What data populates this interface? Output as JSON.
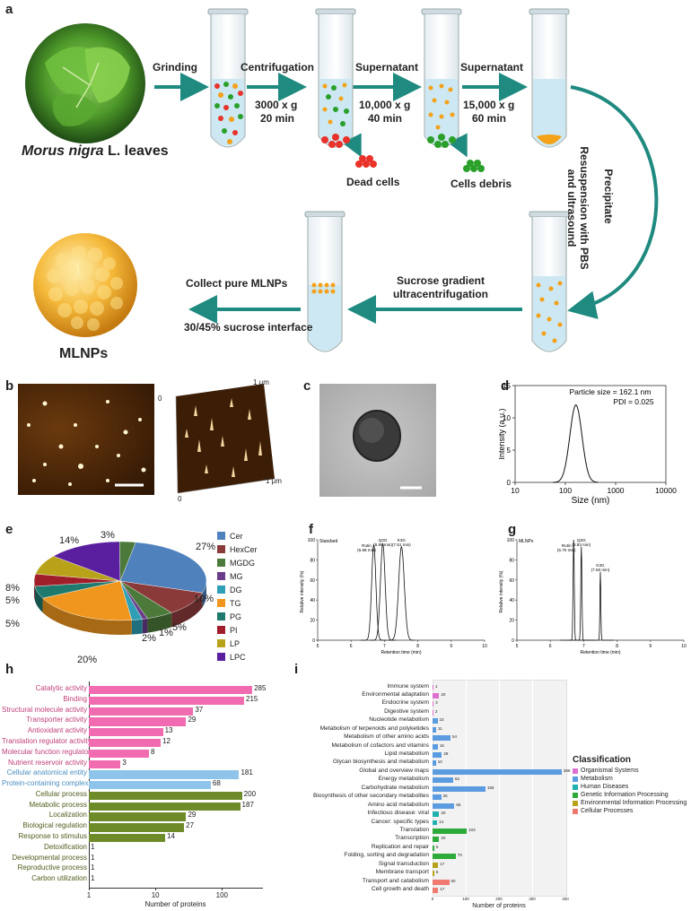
{
  "panel_a": {
    "label": "a",
    "leaf_caption_italic": "Morus nigra",
    "leaf_caption_rest": " L. leaves",
    "steps": {
      "grinding": "Grinding",
      "centrifugation": "Centrifugation",
      "supernatant1": "Supernatant",
      "supernatant2": "Supernatant",
      "spin1": "3000 x g",
      "time1": "20 min",
      "spin2": "10,000 x g",
      "time2": "40 min",
      "spin3": "15,000 x g",
      "time3": "60 min",
      "dead_cells": "Dead cells",
      "cells_debris": "Cells debris",
      "precipitate": "Precipitate",
      "resuspension": "Resuspension with PBS",
      "ultrasound": "and ultrasound",
      "sucrose1": "Sucrose gradient",
      "sucrose2": "ultracentrifugation",
      "collect": "Collect pure MLNPs",
      "interface": "30/45% sucrose interface",
      "mlnps": "MLNPs"
    }
  },
  "panel_b": {
    "label": "b",
    "tick_top": "1 μm",
    "tick_right": "1 μm",
    "zero_a": "0",
    "zero_b": "0"
  },
  "panel_c": {
    "label": "c"
  },
  "panel_d": {
    "label": "d",
    "annotation1": "Particle size = 162.1 nm",
    "annotation2": "PDI = 0.025",
    "ylabel": "Intensity (a.u.)",
    "xlabel": "Size (nm)",
    "yticks": [
      "0",
      "5",
      "10",
      "15"
    ],
    "xticks": [
      "10",
      "100",
      "1000",
      "10000"
    ]
  },
  "panel_e": {
    "label": "e",
    "legend": [
      {
        "name": "Cer",
        "color": "#4f81bd"
      },
      {
        "name": "HexCer",
        "color": "#8b3a3a"
      },
      {
        "name": "MGDG",
        "color": "#4c7a3a"
      },
      {
        "name": "MG",
        "color": "#6a3d8a"
      },
      {
        "name": "DG",
        "color": "#2e9fb5"
      },
      {
        "name": "TG",
        "color": "#f0961e"
      },
      {
        "name": "PG",
        "color": "#1f7a6e"
      },
      {
        "name": "PI",
        "color": "#a01e2a"
      },
      {
        "name": "LP",
        "color": "#b8a21a"
      },
      {
        "name": "LPC",
        "color": "#5a1f9e"
      }
    ],
    "pct_labels": [
      "27%",
      "10%",
      "5%",
      "1%",
      "2%",
      "20%",
      "5%",
      "5%",
      "8%",
      "14%",
      "3%"
    ]
  },
  "panel_f": {
    "label": "f",
    "tag": "Standard",
    "peaks": [
      "Rutin",
      "(6.68 min)",
      "Q3G",
      "(6.95 min)",
      "K3G",
      "(7.51 min)"
    ],
    "ylabel": "Relative intensity (%)",
    "xlabel": "Retention time (min)",
    "yticks": [
      "0",
      "20",
      "40",
      "60",
      "80",
      "100"
    ],
    "xticks": [
      "5",
      "6",
      "7",
      "8",
      "9",
      "10"
    ]
  },
  "panel_g": {
    "label": "g",
    "tag": "MLNPs",
    "peaks": [
      "Rutin",
      "(6.70 min)",
      "Q3G",
      "(6.93 min)",
      "K3G",
      "(7.50 min)"
    ],
    "ylabel": "Relative intensity (%)",
    "xlabel": "Retention time (min)",
    "yticks": [
      "0",
      "20",
      "40",
      "60",
      "80",
      "100"
    ],
    "xticks": [
      "5",
      "6",
      "7",
      "8",
      "9",
      "10"
    ]
  },
  "panel_h": {
    "label": "h",
    "xlabel": "Number of proteins",
    "xticks": [
      "1",
      "10",
      "100"
    ],
    "chart_data": {
      "type": "bar",
      "orientation": "horizontal",
      "xscale": "log",
      "categories": [
        "Catalytic activity",
        "Binding",
        "Structural molecule activity",
        "Transporter activity",
        "Antioxidant activity",
        "Translation regulator activity",
        "Molecular function regulator",
        "Nutrient reservoir activity",
        "Cellular anatomical entity",
        "Protein-containing complex",
        "Cellular process",
        "Metabolic process",
        "Localization",
        "Biological regulation",
        "Response to stimulus",
        "Detoxification",
        "Developmental process",
        "Reproductive process",
        "Carbon utilization"
      ],
      "values": [
        285,
        215,
        37,
        29,
        13,
        12,
        8,
        3,
        181,
        68,
        200,
        187,
        29,
        27,
        14,
        1,
        1,
        1,
        1
      ],
      "groups": [
        "mf",
        "mf",
        "mf",
        "mf",
        "mf",
        "mf",
        "mf",
        "mf",
        "cc",
        "cc",
        "bp",
        "bp",
        "bp",
        "bp",
        "bp",
        "bp",
        "bp",
        "bp",
        "bp"
      ],
      "group_colors": {
        "mf": "#f06bb0",
        "cc": "#8ec3ea",
        "bp": "#6e8b2a"
      },
      "label_colors": {
        "mf": "#c0407a",
        "cc": "#4a8fc0",
        "bp": "#4d5e1c"
      }
    }
  },
  "panel_i": {
    "label": "i",
    "xlabel": "Number of proteins",
    "xticks": [
      "0",
      "100",
      "200",
      "300",
      "400"
    ],
    "legend_title": "Classification",
    "legend": [
      {
        "name": "Organismal Systems",
        "color": "#e070d0"
      },
      {
        "name": "Metabolism",
        "color": "#5b9be0"
      },
      {
        "name": "Human Diseases",
        "color": "#1fb0b0"
      },
      {
        "name": "Genetic Information Processing",
        "color": "#2eaa3a"
      },
      {
        "name": "Environmental Information Processing",
        "color": "#b8a21a"
      },
      {
        "name": "Cellular Processes",
        "color": "#f07a70"
      }
    ],
    "chart_data": {
      "type": "bar",
      "orientation": "horizontal",
      "categories": [
        "Immune system",
        "Environmental adaptation",
        "Endocrine system",
        "Digestive system",
        "Nucleotide metabolism",
        "Metabolism of terpenoids and polyketides",
        "Metabolism of other amino acids",
        "Metabolism of cofactors and vitamins",
        "Lipid metabolism",
        "Glycan biosynthesis and metabolism",
        "Global and overview maps",
        "Energy metabolism",
        "Carbohydrate metabolism",
        "Biosynthesis of other secondary metabolites",
        "Amino acid metabolism",
        "Infectious disease: viral",
        "Cancer: specific types",
        "Translation",
        "Transcription",
        "Replication and repair",
        "Folding, sorting and degradation",
        "Signal transduction",
        "Membrane transport",
        "Transport and catabolism",
        "Cell growth and death"
      ],
      "values": [
        1,
        20,
        3,
        2,
        15,
        11,
        54,
        16,
        28,
        10,
        389,
        62,
        159,
        26,
        66,
        20,
        14,
        103,
        20,
        5,
        70,
        17,
        5,
        50,
        17
      ],
      "value_labels": [
        "1",
        "20",
        "3",
        "2",
        "15",
        "11",
        "54",
        "16",
        "28",
        "10",
        "389",
        "62",
        "159",
        "26",
        "66",
        "20",
        "14",
        "103",
        "20",
        "5",
        "70",
        "17",
        "5",
        "50",
        "17"
      ],
      "groups": [
        0,
        0,
        0,
        0,
        1,
        1,
        1,
        1,
        1,
        1,
        1,
        1,
        1,
        1,
        1,
        2,
        2,
        3,
        3,
        3,
        3,
        4,
        4,
        5,
        5
      ],
      "xlim": [
        0,
        400
      ]
    }
  }
}
